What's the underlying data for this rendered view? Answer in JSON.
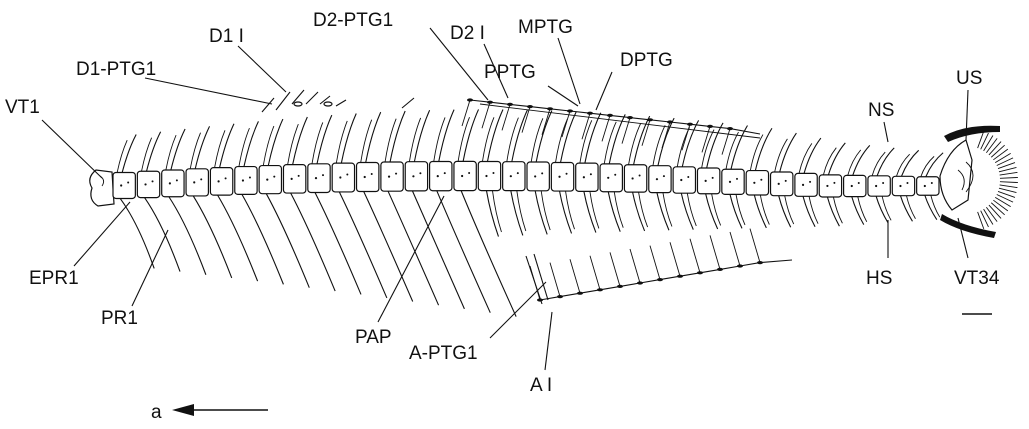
{
  "figure": {
    "labels": {
      "vt1": "VT1",
      "d1_ptg1": "D1-PTG1",
      "d1_i": "D1 I",
      "d2_ptg1": "D2-PTG1",
      "d2_i": "D2 I",
      "mptg": "MPTG",
      "pptg": "PPTG",
      "dptg": "DPTG",
      "ns": "NS",
      "us": "US",
      "epr1": "EPR1",
      "pr1": "PR1",
      "pap": "PAP",
      "a_ptg1": "A-PTG1",
      "a_i": "A I",
      "hs": "HS",
      "vt34": "VT34",
      "orientation": "a"
    }
  }
}
